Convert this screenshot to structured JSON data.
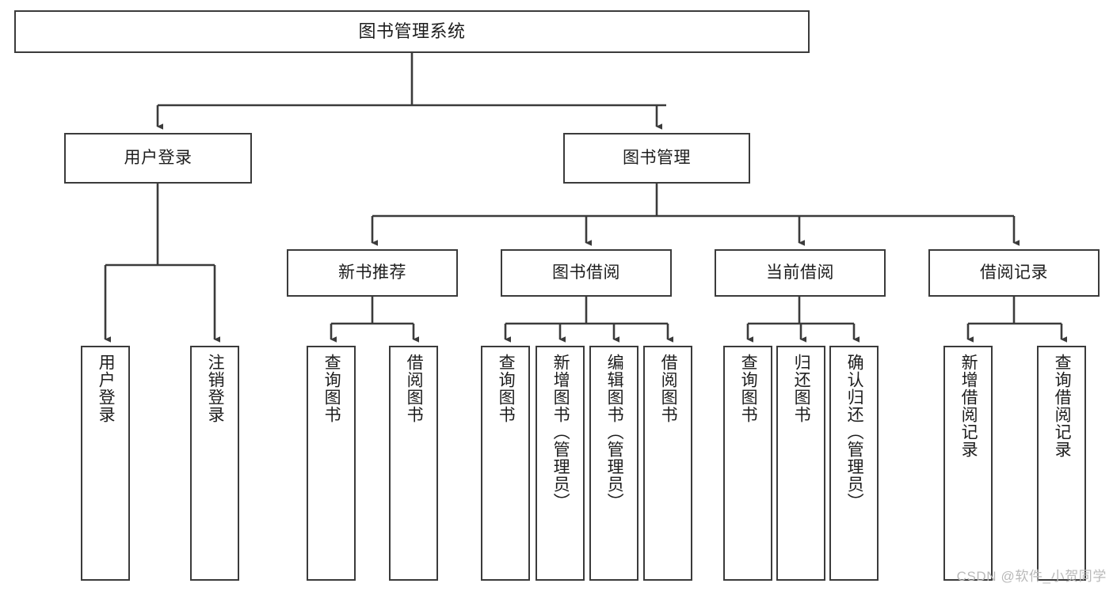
{
  "diagram": {
    "title": "图书管理系统",
    "type": "tree-hierarchy",
    "root": {
      "label": "图书管理系统"
    },
    "level2": [
      {
        "label": "用户登录"
      },
      {
        "label": "图书管理"
      }
    ],
    "level3": [
      {
        "label": "新书推荐"
      },
      {
        "label": "图书借阅"
      },
      {
        "label": "当前借阅"
      },
      {
        "label": "借阅记录"
      }
    ],
    "leaves": {
      "user_login": [
        {
          "label": "用户登录"
        },
        {
          "label": "注销登录"
        }
      ],
      "new_book_recommend": [
        {
          "label": "查询图书"
        },
        {
          "label": "借阅图书"
        }
      ],
      "book_borrow": [
        {
          "label": "查询图书"
        },
        {
          "label": "新增图书（管理员）"
        },
        {
          "label": "编辑图书（管理员）"
        },
        {
          "label": "借阅图书"
        }
      ],
      "current_borrow": [
        {
          "label": "查询图书"
        },
        {
          "label": "归还图书"
        },
        {
          "label": "确认归还（管理员）"
        }
      ],
      "borrow_record": [
        {
          "label": "新增借阅记录"
        },
        {
          "label": "查询借阅记录"
        }
      ]
    }
  },
  "watermark": {
    "text": "CSDN @软件_小贺同学"
  },
  "colors": {
    "stroke": "#3b3b3b",
    "box_fill": "#ffffff",
    "text": "#1d1d1d",
    "watermark": "#b9b9b9"
  }
}
